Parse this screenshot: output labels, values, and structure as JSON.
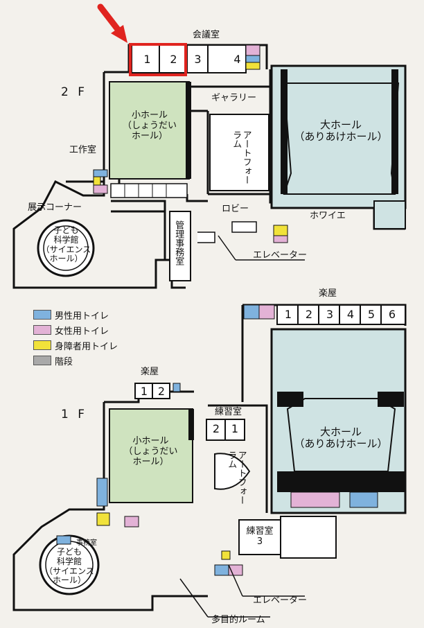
{
  "floor2": {
    "floor_label": "2 F",
    "meeting_room_label": "会議室",
    "meeting_rooms": [
      "1",
      "2",
      "3",
      "4"
    ],
    "small_hall": "小ホール\n（しょうだい\nホール）",
    "gallery": "ギャラリー",
    "art_forum": "アートフォーラム",
    "large_hall": "大ホール\n（ありあけホール）",
    "workshop": "工作室",
    "exhibition_corner": "展示コーナー",
    "science_hall": "子ども\n科学館\n（サイエンス\nホール）",
    "admin_office": "管理事務室",
    "lobby": "ロビー",
    "foyer": "ホワイエ",
    "elevator": "エレベーター"
  },
  "legend": {
    "items": [
      {
        "label": "男性用トイレ",
        "color": "#7fb2de"
      },
      {
        "label": "女性用トイレ",
        "color": "#e3b2d6"
      },
      {
        "label": "身障者用トイレ",
        "color": "#f1e23a"
      },
      {
        "label": "階段",
        "color": "#a9a9a9"
      }
    ]
  },
  "floor1": {
    "floor_label": "1 F",
    "dressing_room_label_a": "楽屋",
    "dressing_rooms_a": [
      "1",
      "2"
    ],
    "dressing_room_label_b": "楽屋",
    "dressing_rooms_b": [
      "1",
      "2",
      "3",
      "4",
      "5",
      "6"
    ],
    "practice_room_a": "練習室",
    "practice_nums": [
      "2",
      "1"
    ],
    "practice_room_b": "練習室\n3",
    "small_hall": "小ホール\n（しょうだい\nホール）",
    "art_forum": "アートフォーラム",
    "large_hall": "大ホール\n（ありあけホール）",
    "science_hall": "子ども\n科学館\n（サイエンス\nホール）",
    "office": "事務室",
    "elevator": "エレベーター",
    "multipurpose": "多目的ルーム"
  },
  "colors": {
    "hall": "#cfe3e3",
    "small_hall": "#cfe3bf",
    "highlight": "#e0241f"
  }
}
